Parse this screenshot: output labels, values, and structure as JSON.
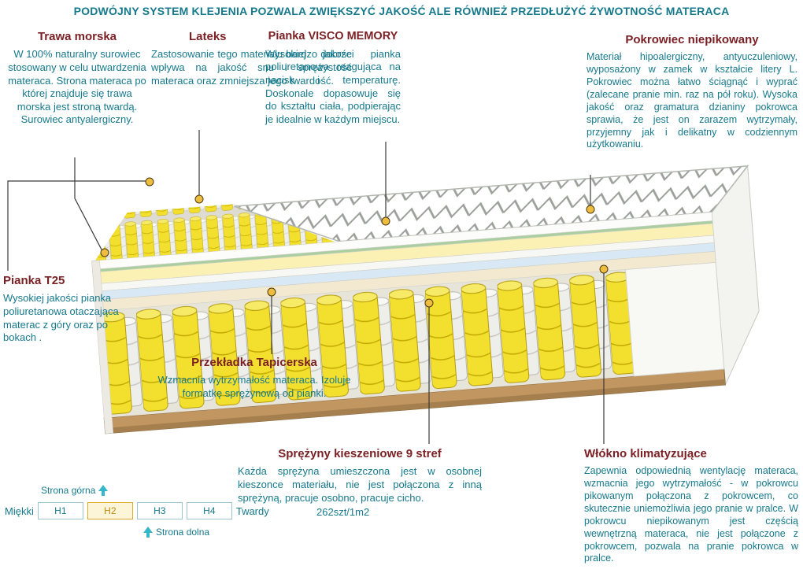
{
  "banner": "PODWÓJNY SYSTEM KLEJENIA POZWALA ZWIĘKSZYĆ JAKOŚĆ ALE RÓWNIEŻ PRZEDŁUŻYĆ ŻYWOTNOŚĆ MATERACA",
  "colors": {
    "teal_text": "#16798c",
    "heading_red": "#7b2125",
    "callout_dot_gold": "#eebc3f",
    "spring_yellow": "#f2df2e",
    "base_tan": "#c19660"
  },
  "labels": {
    "trawa": {
      "title": "Trawa morska",
      "body": "W 100% naturalny surowiec stosowany w celu utwardzenia materaca. Strona materaca po której znajduje się trawa morska jest stroną twardą. Surowiec antyalergiczny."
    },
    "lateks": {
      "title": "Lateks",
      "body": "Zastosowanie tego materiału bardzo dobrze wpływa na jakość snu i sprężystość materaca oraz zmniejsza jego twardość."
    },
    "visco": {
      "title": "Pianka VISCO MEMORY",
      "body": "Wysokiej jakości pianka poliuretanowa reagująca na nacisk i temperaturę. Doskonale dopasowuje się do kształtu ciała, podpierając je idealnie w każdym miejscu."
    },
    "pokrowiec": {
      "title": "Pokrowiec niepikowany",
      "body": "Materiał hipoalergiczny, antyuczuleniowy, wyposażony w zamek w kształcie litery L. Pokrowiec można łatwo ściągnąć i wyprać (zalecane pranie min.  raz na pół roku). Wysoka jakość oraz gramatura dzianiny pokrowca sprawia, że jest on zarazem wytrzymały, przyjemny jak i delikatny w codziennym użytkowaniu."
    },
    "pianka_t25": {
      "title": "Pianka T25",
      "body": "Wysokiej jakości pianka poliuretanowa otaczająca materac z góry oraz po bokach ."
    },
    "przekladka": {
      "title": "Przekładka Tapicerska",
      "body": "Wzmacnia wytrzymałość materaca. Izoluje formatkę sprężynową od pianki."
    },
    "sprezyny": {
      "title": "Sprężyny kieszeniowe 9 stref",
      "body": "Każda sprężyna umieszczona jest w osobnej kieszonce materiału, nie jest połączona z inną sprężyną, pracuje osobno, pracuje cicho.",
      "count": "262szt/1m2"
    },
    "wlokno": {
      "title": "Włókno klimatyzujące",
      "body": "Zapewnia odpowiednią wentylację materaca, wzmacnia jego wytrzymałość - w pokrowcu pikowanym połączona z pokrowcem, co skutecznie uniemożliwia jego pranie w pralce. W pokrowcu niepikowanym jest częścią wewnętrzną materaca, nie jest połączone z pokrowcem, pozwala na pranie pokrowca w pralce."
    }
  },
  "scale": {
    "top_label": "Strona górna",
    "bottom_label": "Strona dolna",
    "soft_label": "Miękki",
    "hard_label": "Twardy",
    "levels": [
      "H1",
      "H2",
      "H3",
      "H4"
    ],
    "selected": "H2"
  }
}
